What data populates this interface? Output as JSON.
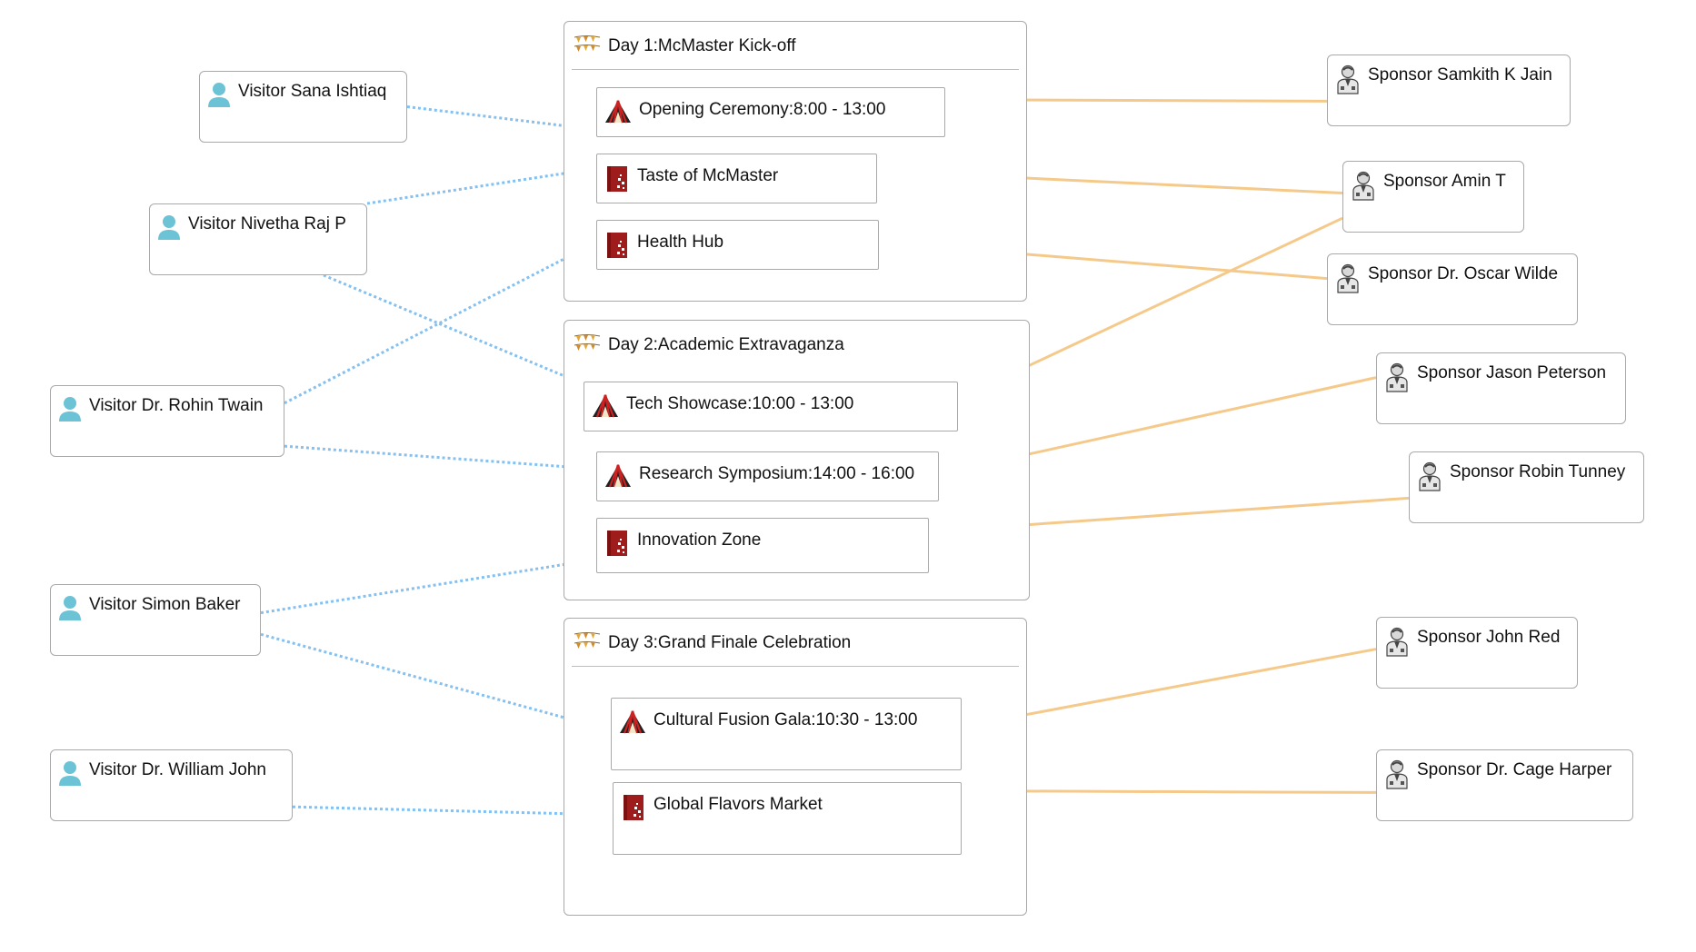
{
  "colors": {
    "visitor_edge": "#84c0f0",
    "sponsor_edge": "#f5c98a",
    "border": "#a9a9a9"
  },
  "icons": {
    "day": "pennant-flags-icon",
    "ceremony": "tent-icon",
    "booth": "booth-icon",
    "visitor": "visitor-person-icon",
    "sponsor": "sponsor-person-icon"
  },
  "days": [
    {
      "id": "d1",
      "title": "Day 1:McMaster Kick-off"
    },
    {
      "id": "d2",
      "title": "Day 2:Academic Extravaganza"
    },
    {
      "id": "d3",
      "title": "Day 3:Grand Finale Celebration"
    }
  ],
  "events": [
    {
      "id": "e1",
      "label": "Opening Ceremony:8:00 - 13:00",
      "icon": "tent-icon"
    },
    {
      "id": "e2",
      "label": "Taste of McMaster",
      "icon": "booth-icon"
    },
    {
      "id": "e3",
      "label": "Health Hub",
      "icon": "booth-icon"
    },
    {
      "id": "e4",
      "label": "Tech Showcase:10:00 - 13:00",
      "icon": "tent-icon"
    },
    {
      "id": "e5",
      "label": "Research Symposium:14:00 - 16:00",
      "icon": "tent-icon"
    },
    {
      "id": "e6",
      "label": "Innovation Zone",
      "icon": "booth-icon"
    },
    {
      "id": "e7",
      "label": "Cultural Fusion Gala:10:30 - 13:00",
      "icon": "tent-icon"
    },
    {
      "id": "e8",
      "label": "Global Flavors Market",
      "icon": "booth-icon"
    }
  ],
  "visitors": [
    {
      "id": "v1",
      "label": "Visitor Sana Ishtiaq"
    },
    {
      "id": "v2",
      "label": "Visitor Nivetha Raj P"
    },
    {
      "id": "v3",
      "label": "Visitor Dr. Rohin Twain"
    },
    {
      "id": "v4",
      "label": "Visitor Simon Baker"
    },
    {
      "id": "v5",
      "label": "Visitor Dr. William John"
    }
  ],
  "sponsors": [
    {
      "id": "s1",
      "label": "Sponsor Samkith K Jain"
    },
    {
      "id": "s2",
      "label": "Sponsor Amin T"
    },
    {
      "id": "s3",
      "label": "Sponsor Dr. Oscar Wilde"
    },
    {
      "id": "s4",
      "label": "Sponsor Jason Peterson"
    },
    {
      "id": "s5",
      "label": "Sponsor Robin Tunney"
    },
    {
      "id": "s6",
      "label": "Sponsor John Red"
    },
    {
      "id": "s7",
      "label": "Sponsor Dr. Cage Harper"
    }
  ],
  "visitor_links": [
    [
      "v1",
      "e1"
    ],
    [
      "v2",
      "e2"
    ],
    [
      "v2",
      "e4"
    ],
    [
      "v3",
      "e3"
    ],
    [
      "v3",
      "e5"
    ],
    [
      "v4",
      "e6"
    ],
    [
      "v4",
      "e7"
    ],
    [
      "v5",
      "e8"
    ]
  ],
  "sponsor_links": [
    [
      "s1",
      "e1"
    ],
    [
      "s2",
      "e2"
    ],
    [
      "s2",
      "e4"
    ],
    [
      "s3",
      "e3"
    ],
    [
      "s4",
      "e5"
    ],
    [
      "s5",
      "e6"
    ],
    [
      "s6",
      "e7"
    ],
    [
      "s7",
      "e8"
    ]
  ]
}
